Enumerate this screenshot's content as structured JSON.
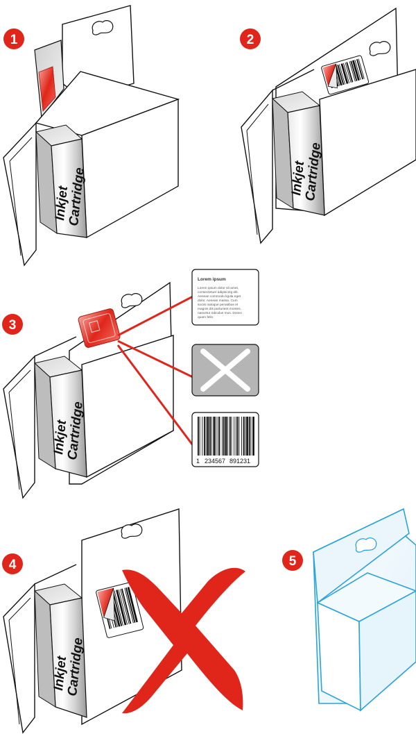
{
  "steps": [
    {
      "number": "1"
    },
    {
      "number": "2"
    },
    {
      "number": "3"
    },
    {
      "number": "4"
    },
    {
      "number": "5"
    }
  ],
  "cartridge": {
    "line1": "Inkjet",
    "line2": "Cartridge"
  },
  "barcode": {
    "digits": "1 234567 891231",
    "left": "1",
    "mid": "234567",
    "right": "891231"
  },
  "lorem_card": {
    "title": "Lorem ipsum",
    "body_lines": [
      "Lorem ipsum dolor sit amet,",
      "consectetuer adipiscing elit.",
      "Aenean commodo ligula eget",
      "dolor. Aenean massa. Cum",
      "sociis natoque penatibus et",
      "magnis dis parturient montes,",
      "nascetur ridiculus mus. Donec",
      "quam felis."
    ]
  },
  "colors": {
    "badge": "#e0261a",
    "line": "#e0261a",
    "outline": "#111111",
    "blister": "#2aa3d8",
    "grey_card": "#b5b5b5"
  }
}
